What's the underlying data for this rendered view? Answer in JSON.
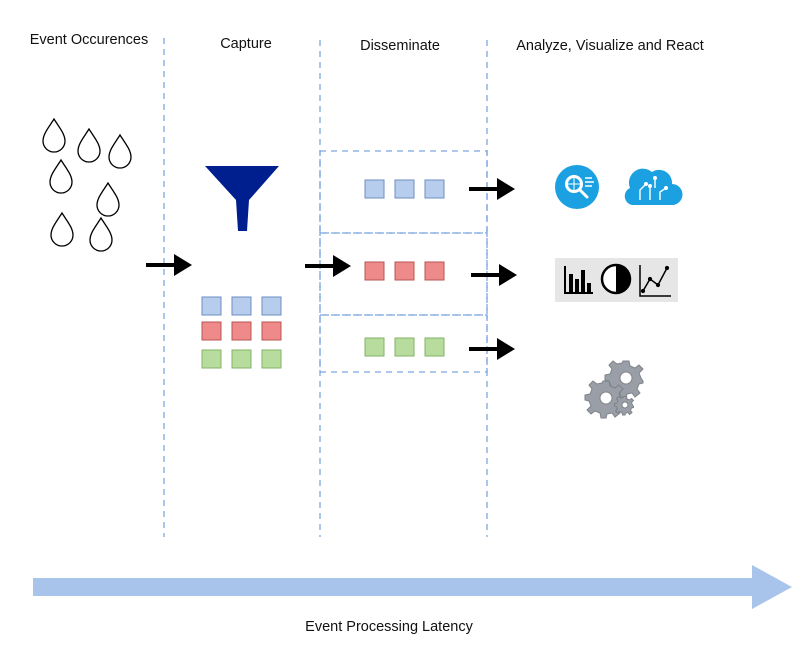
{
  "stages": [
    {
      "id": "occurrences",
      "label": "Event Occurences"
    },
    {
      "id": "capture",
      "label": "Capture"
    },
    {
      "id": "disseminate",
      "label": "Disseminate"
    },
    {
      "id": "analyze",
      "label": "Analyze, Visualize and React"
    }
  ],
  "timeline": {
    "label": "Event Processing Latency"
  },
  "colors": {
    "divider": "#7ea6e0",
    "funnel": "#001f8f",
    "arrow": "#000000",
    "timeline_arrow": "#a9c4eb",
    "blue_fill": "#b7cdee",
    "blue_stroke": "#6c8ebf",
    "red_fill": "#ee8a8a",
    "red_stroke": "#b85450",
    "green_fill": "#b8dc9e",
    "green_stroke": "#82b366",
    "icon_blue": "#1ba1e2",
    "gear": "#9a9ea6"
  },
  "icons": {
    "drops": "droplet-icon",
    "funnel": "funnel-icon",
    "search": "search-analytics-icon",
    "cloud": "cloud-circuit-icon",
    "bar_chart": "bar-chart-icon",
    "pie_chart": "pie-chart-icon",
    "line_chart": "line-chart-icon",
    "gears": "gears-icon"
  }
}
